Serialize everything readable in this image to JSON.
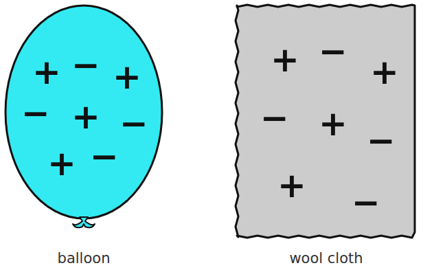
{
  "diagram": {
    "nodes": [
      {
        "text": [
          "+",
          "−",
          "+",
          "−",
          "+",
          "−",
          "+",
          "−",
          "balloon"
        ]
      },
      {
        "text": [
          "+",
          "−",
          "+",
          "−",
          "+",
          "−",
          "+",
          "−",
          "wool cloth"
        ]
      }
    ]
  }
}
